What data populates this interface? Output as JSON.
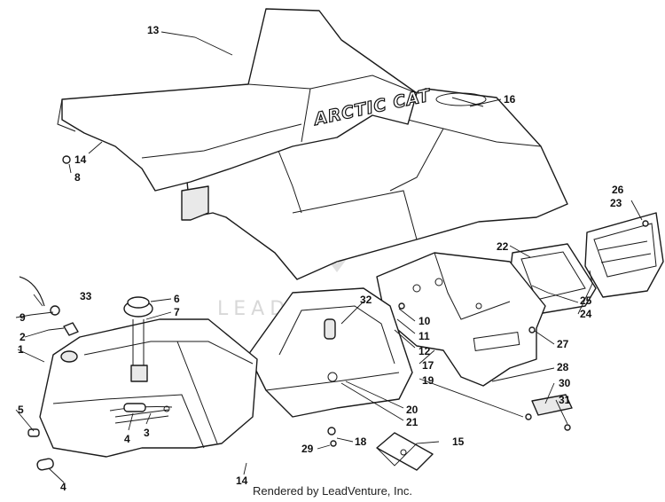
{
  "brand_text": "ARCTIC CAT",
  "watermark_text": "LEADVENTURE",
  "footer": "Rendered by LeadVenture, Inc.",
  "callouts": [
    "13",
    "16",
    "14",
    "8",
    "26",
    "23",
    "22",
    "33",
    "9",
    "2",
    "1",
    "6",
    "7",
    "32",
    "10",
    "11",
    "12",
    "17",
    "19",
    "25",
    "24",
    "27",
    "28",
    "30",
    "31",
    "5",
    "4",
    "3",
    "15",
    "20",
    "21",
    "18",
    "29",
    "14",
    "4"
  ],
  "colors": {
    "line": "#1a1a1a",
    "paper": "#ffffff",
    "watermark": "#d8d8d8"
  }
}
